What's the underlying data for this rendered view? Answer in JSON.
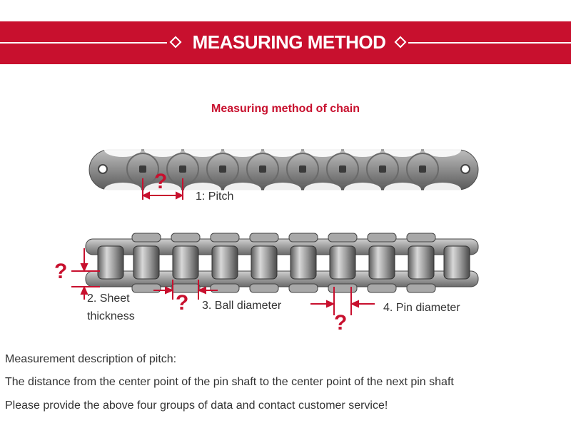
{
  "banner": {
    "title": "MEASURING METHOD"
  },
  "subtitle": "Measuring method of chain",
  "labels": {
    "pitch": "1: Pitch",
    "sheet_line1": "2. Sheet",
    "sheet_line2": "thickness",
    "ball": "3. Ball diameter",
    "pin": "4. Pin diameter",
    "question": "?"
  },
  "description": {
    "heading": "Measurement description of pitch:",
    "line1": "The distance from the center point of the pin shaft to the center point of the next pin shaft",
    "line2": "Please provide the above four groups of data and contact customer service!"
  },
  "colors": {
    "accent": "#c8102e",
    "metal": "#8e8e8e",
    "metal_dark": "#555555"
  }
}
